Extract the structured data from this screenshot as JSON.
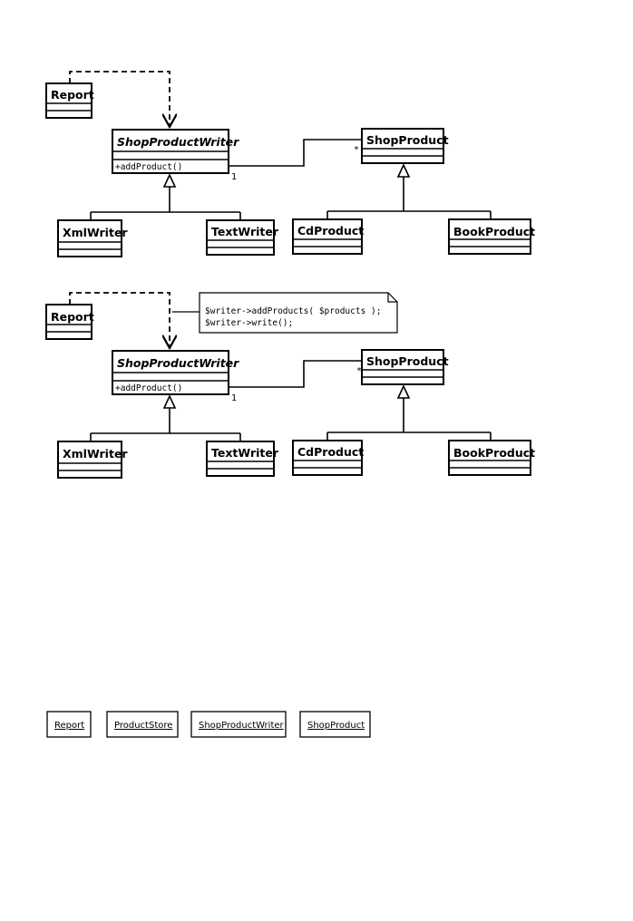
{
  "diagram1": {
    "report": {
      "name": "Report"
    },
    "writer": {
      "name": "ShopProductWriter",
      "method": "+addProduct()"
    },
    "xml": {
      "name": "XmlWriter"
    },
    "text": {
      "name": "TextWriter"
    },
    "product": {
      "name": "ShopProduct"
    },
    "cd": {
      "name": "CdProduct"
    },
    "book": {
      "name": "BookProduct"
    },
    "mult_one": "1",
    "mult_many": "*"
  },
  "diagram2": {
    "report": {
      "name": "Report"
    },
    "writer": {
      "name": "ShopProductWriter",
      "method": "+addProduct()"
    },
    "xml": {
      "name": "XmlWriter"
    },
    "text": {
      "name": "TextWriter"
    },
    "product": {
      "name": "ShopProduct"
    },
    "cd": {
      "name": "CdProduct"
    },
    "book": {
      "name": "BookProduct"
    },
    "mult_one": "1",
    "mult_many": "*",
    "note": {
      "line1": "$writer->addProducts( $products );",
      "line2": "$writer->write();"
    }
  },
  "objects": [
    {
      "label": "Report"
    },
    {
      "label": "ProductStore"
    },
    {
      "label": "ShopProductWriter"
    },
    {
      "label": "ShopProduct"
    }
  ]
}
